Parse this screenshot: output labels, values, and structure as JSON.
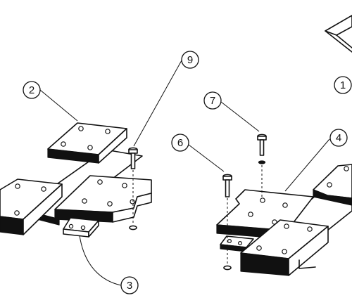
{
  "callouts": [
    {
      "id": "callout-1",
      "label": "1"
    },
    {
      "id": "callout-2",
      "label": "2"
    },
    {
      "id": "callout-3",
      "label": "3"
    },
    {
      "id": "callout-4",
      "label": "4"
    },
    {
      "id": "callout-6",
      "label": "6"
    },
    {
      "id": "callout-7",
      "label": "7"
    },
    {
      "id": "callout-9",
      "label": "9"
    }
  ],
  "colors": {
    "line": "#111111",
    "face": "#ffffff",
    "edge": "#111111"
  }
}
